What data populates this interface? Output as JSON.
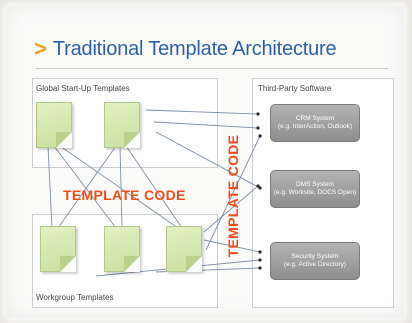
{
  "title": {
    "chevron": ">",
    "text": "Traditional Template Architecture"
  },
  "panels": {
    "global_label": "Global Start-Up Templates",
    "workgroup_label": "Workgroup Templates",
    "third_party_label": "Third-Party Software"
  },
  "template_code_horizontal": "TEMPLATE CODE",
  "template_code_vertical": "TEMPLATE CODE",
  "systems": [
    {
      "name": "CRM System",
      "detail": "(e.g. InterAction, Outlook)"
    },
    {
      "name": "DMS System",
      "detail": "(e.g. Worksite, DOCS Open)"
    },
    {
      "name": "Security System",
      "detail": "(e.g. Active Directory)"
    }
  ],
  "colors": {
    "title": "#2f5fa8",
    "chevron": "#f0a21c",
    "template_code": "#f04c1c",
    "doc_fill": "#d3e7ae",
    "system_fill": "#9a9a9a",
    "connector": "#7f8fa6"
  }
}
